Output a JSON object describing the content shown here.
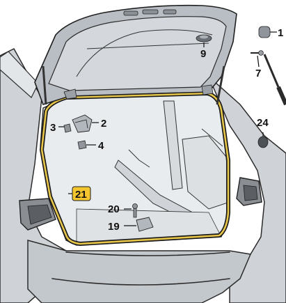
{
  "callouts": {
    "c1": "1",
    "c2": "2",
    "c3": "3",
    "c4": "4",
    "c7": "7",
    "c9": "9",
    "c19": "19",
    "c20": "20",
    "c21": "21",
    "c24": "24"
  },
  "colors": {
    "panel_fill": "#d4d8dc",
    "panel_shade": "#b9bec4",
    "seal": "#e8c64a",
    "highlight": "#f3c52e",
    "ink": "#1a1a1a"
  }
}
